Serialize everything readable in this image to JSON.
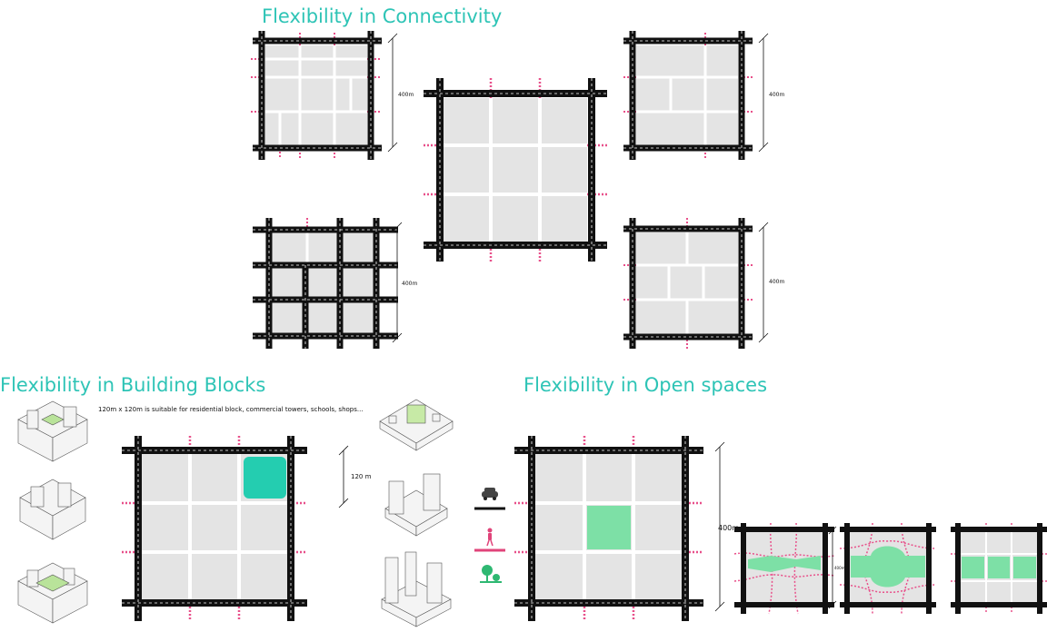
{
  "titles": {
    "connectivity": "Flexibility in Connectivity",
    "building_blocks": "Flexibility in Building Blocks",
    "open_spaces": "Flexibility in Open spaces"
  },
  "dimensions": {
    "d400": "400m",
    "d120": "120 m",
    "d400_large": "400m",
    "d400_small": "400m"
  },
  "block_note": "120m x 120m is suitable for residential block, commercial towers, schools, shops...",
  "legend": {
    "icons": [
      "car-icon",
      "pedestrian-icon",
      "tree-icon"
    ],
    "colors": {
      "road": "#111111",
      "pedestrian": "#e0447a",
      "green": "#2eb872"
    }
  },
  "colors": {
    "title": "#2ec4b6",
    "road": "#111111",
    "pedestrian": "#e8508a",
    "block": "#e4e4e4",
    "teal_block": "#24cdb0",
    "green_space": "#7de0a6"
  }
}
